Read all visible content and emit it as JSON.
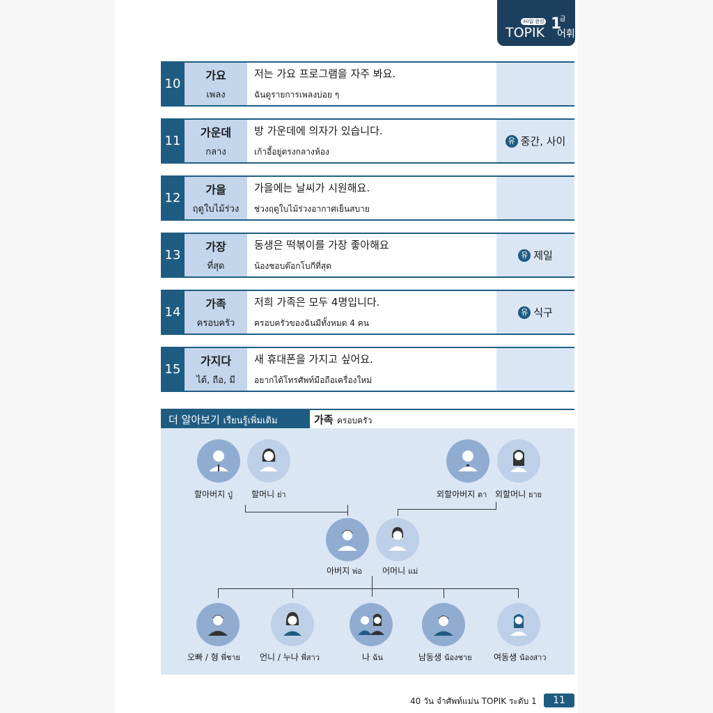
{
  "badge": {
    "small": "40일 완성",
    "topik": "TOPIK",
    "level": "1",
    "geup": "급",
    "vocab": "어휘"
  },
  "entries": [
    {
      "num": "10",
      "ko": "가요",
      "th": "เพลง",
      "ex_ko": "저는 가요 프로그램을 자주 봐요.",
      "ex_th": "ฉันดูรายการเพลงบ่อย ๆ",
      "note": ""
    },
    {
      "num": "11",
      "ko": "가운데",
      "th": "กลาง",
      "ex_ko": "방 가운데에 의자가 있습니다.",
      "ex_th": "เก้าอี้อยู่ตรงกลางห้อง",
      "note": "중간, 사이"
    },
    {
      "num": "12",
      "ko": "가을",
      "th": "ฤดูใบไม้ร่วง",
      "ex_ko": "가을에는 날씨가 시원해요.",
      "ex_th": "ช่วงฤดูใบไม้ร่วงอากาศเย็นสบาย",
      "note": ""
    },
    {
      "num": "13",
      "ko": "가장",
      "th": "ที่สุด",
      "ex_ko": "동생은 떡볶이를 가장 좋아해요",
      "ex_th": "น้องชอบต๊อกโบกีที่สุด",
      "note": "제일"
    },
    {
      "num": "14",
      "ko": "가족",
      "th": "ครอบครัว",
      "ex_ko": "저희 가족은 모두 4명입니다.",
      "ex_th": "ครอบครัวของฉันมีทั้งหมด 4 คน",
      "note": "식구"
    },
    {
      "num": "15",
      "ko": "가지다",
      "th": "ได้, ถือ, มี",
      "ex_ko": "새 휴대폰을 가지고 싶어요.",
      "ex_th": "อยากได้โทรศัพท์มือถือเครื่องใหม่",
      "note": ""
    }
  ],
  "synonym_mark": "유",
  "more": {
    "label_ko": "더 알아보기",
    "label_th": "เรียนรู้เพิ่มเติม",
    "topic_ko": "가족",
    "topic_th": "ครอบครัว"
  },
  "family": {
    "grandfather": {
      "ko": "할아버지",
      "th": "ปู่"
    },
    "grandmother": {
      "ko": "할머니",
      "th": "ย่า"
    },
    "m_grandfather": {
      "ko": "외할아버지",
      "th": "ตา"
    },
    "m_grandmother": {
      "ko": "외할머니",
      "th": "ยาย"
    },
    "father": {
      "ko": "아버지",
      "th": "พ่อ"
    },
    "mother": {
      "ko": "어머니",
      "th": "แม่"
    },
    "older_brother": {
      "ko": "오빠 / 형",
      "th": "พี่ชาย"
    },
    "older_sister": {
      "ko": "언니 / 누나",
      "th": "พี่สาว"
    },
    "me": {
      "ko": "나",
      "th": "ฉัน"
    },
    "younger_brother": {
      "ko": "남동생",
      "th": "น้องชาย"
    },
    "younger_sister": {
      "ko": "여동생",
      "th": "น้องสาว"
    }
  },
  "footer": {
    "text": "40 วัน จำศัพท์แม่น TOPIK ระดับ 1",
    "page": "11"
  }
}
